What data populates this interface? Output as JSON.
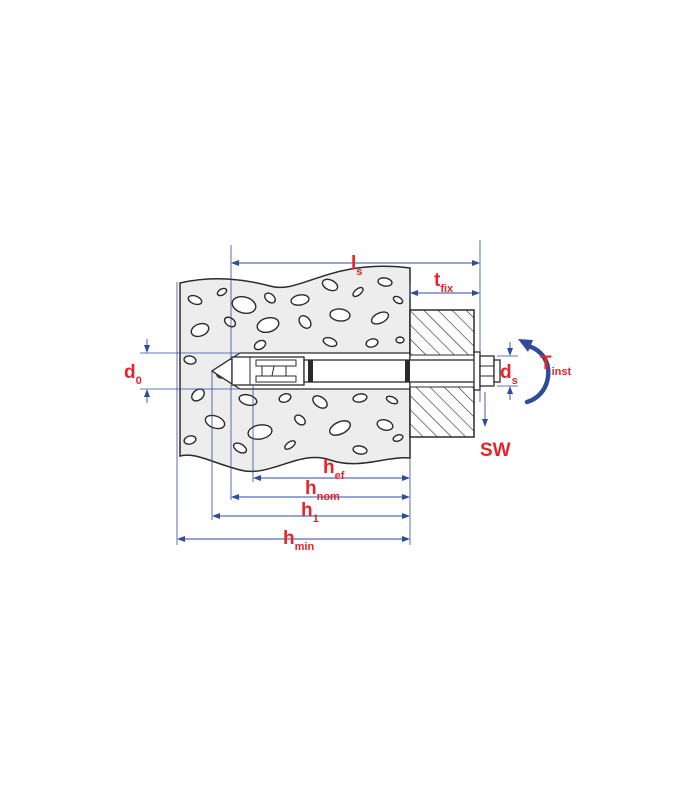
{
  "diagram": {
    "colors": {
      "label_red": "#e8232a",
      "dimension_blue": "#2e4c9c",
      "outline": "#2b2b2b",
      "concrete_fill": "#ededed",
      "stone_fill": "#ffffff"
    },
    "labels": {
      "ls": {
        "main": "l",
        "sub": "s"
      },
      "tfix": {
        "main": "t",
        "sub": "fix"
      },
      "d0": {
        "main": "d",
        "sub": "0"
      },
      "ds": {
        "main": "d",
        "sub": "s"
      },
      "tinst": {
        "main": "T",
        "sub": "inst"
      },
      "sw": {
        "main": "SW"
      },
      "hef": {
        "main": "h",
        "sub": "ef"
      },
      "hnom": {
        "main": "h",
        "sub": "nom"
      },
      "h1": {
        "main": "h",
        "sub": "1"
      },
      "hmin": {
        "main": "h",
        "sub": "min"
      }
    },
    "icons": {
      "torque": "torque-arrow-icon",
      "dimension_arrow": "arrowhead-icon"
    }
  }
}
